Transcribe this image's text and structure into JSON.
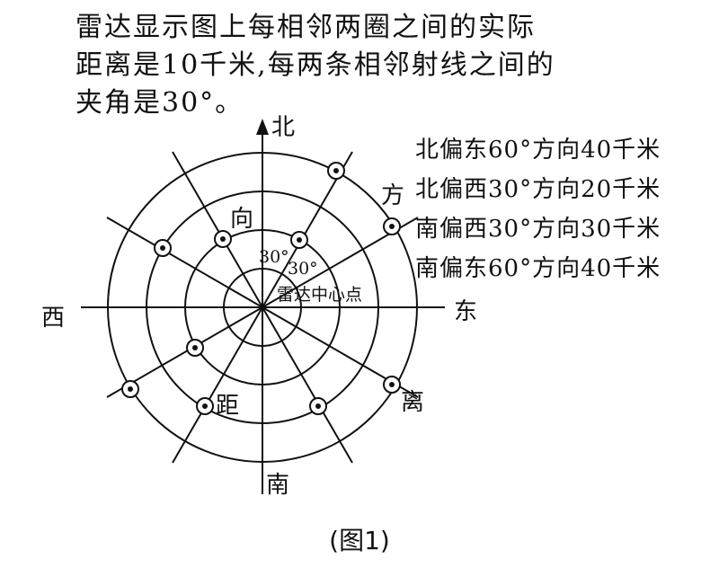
{
  "intro": {
    "line1": "雷达显示图上每相邻两圈之间的实际",
    "line2": "距离是10千米,每两条相邻射线之间的",
    "line3": "夹角是30°。"
  },
  "legend": [
    "北偏东60°方向40千米",
    "北偏西30°方向20千米",
    "南偏西30°方向30千米",
    "南偏东60°方向40千米"
  ],
  "directions": {
    "north": "北",
    "south": "南",
    "east": "东",
    "west": "西"
  },
  "angle_labels": [
    "30°",
    "30°"
  ],
  "center_label": "雷达中心点",
  "scattered_words": {
    "fang": "方",
    "xiang": "向",
    "ju": "距",
    "li": "离"
  },
  "caption": "(图1)"
}
